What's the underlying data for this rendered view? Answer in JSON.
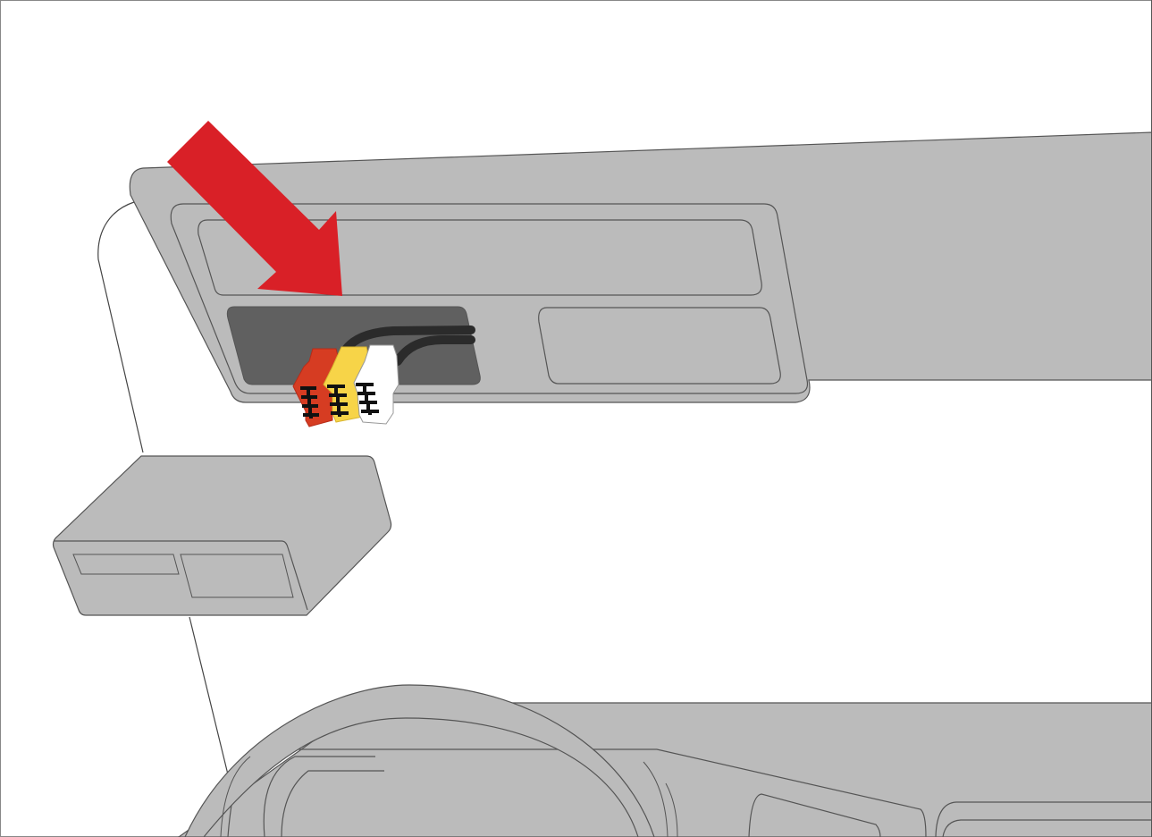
{
  "illustration": {
    "subject": "car-interior-headliner-connector-installation",
    "elements": [
      "overhead-console",
      "upper-storage-compartment",
      "connector-opening",
      "right-compartment",
      "red-indicator-arrow",
      "iso-connectors-red-yellow-white",
      "wiring-harness",
      "control-unit-box",
      "steering-wheel",
      "dashboard",
      "a-pillar-outline"
    ]
  },
  "colors": {
    "background": "#ffffff",
    "panel_gray": "#bbbbbb",
    "outline": "#555555",
    "opening_dark": "#606060",
    "cable": "#2b2b2b",
    "arrow_red": "#d92027",
    "connector_red": "#d63c22",
    "connector_yellow": "#f7d448",
    "connector_white": "#ffffff",
    "pin_black": "#111111",
    "frame": "#888888"
  },
  "connectors": [
    {
      "color_name": "red",
      "pins": 4
    },
    {
      "color_name": "yellow",
      "pins": 4
    },
    {
      "color_name": "white",
      "pins": 4
    }
  ]
}
